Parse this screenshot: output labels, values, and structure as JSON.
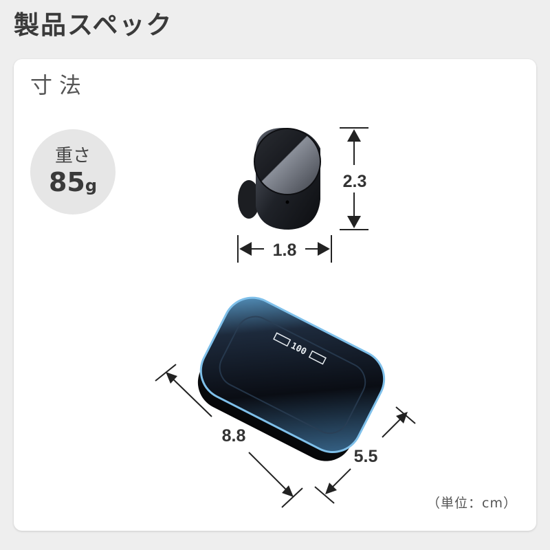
{
  "header": {
    "title": "製品スペック"
  },
  "section": {
    "title": "寸法"
  },
  "weight": {
    "label": "重さ",
    "value": "85",
    "unit": "g"
  },
  "earbud": {
    "width": "1.8",
    "height": "2.3"
  },
  "case": {
    "length": "8.8",
    "depth": "5.5",
    "display_text": "100"
  },
  "unit_note": "（単位：cm）"
}
